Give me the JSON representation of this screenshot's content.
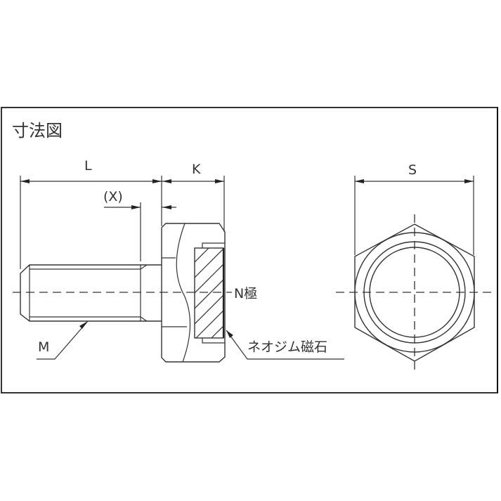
{
  "title": "寸法図",
  "dimensions": {
    "L": "L",
    "K": "K",
    "X": "(X)",
    "S": "S",
    "M": "M"
  },
  "labels": {
    "n_pole": "N極",
    "magnet": "ネオジム磁石"
  },
  "colors": {
    "line": "#333333",
    "border": "#333333",
    "background": "#ffffff"
  }
}
